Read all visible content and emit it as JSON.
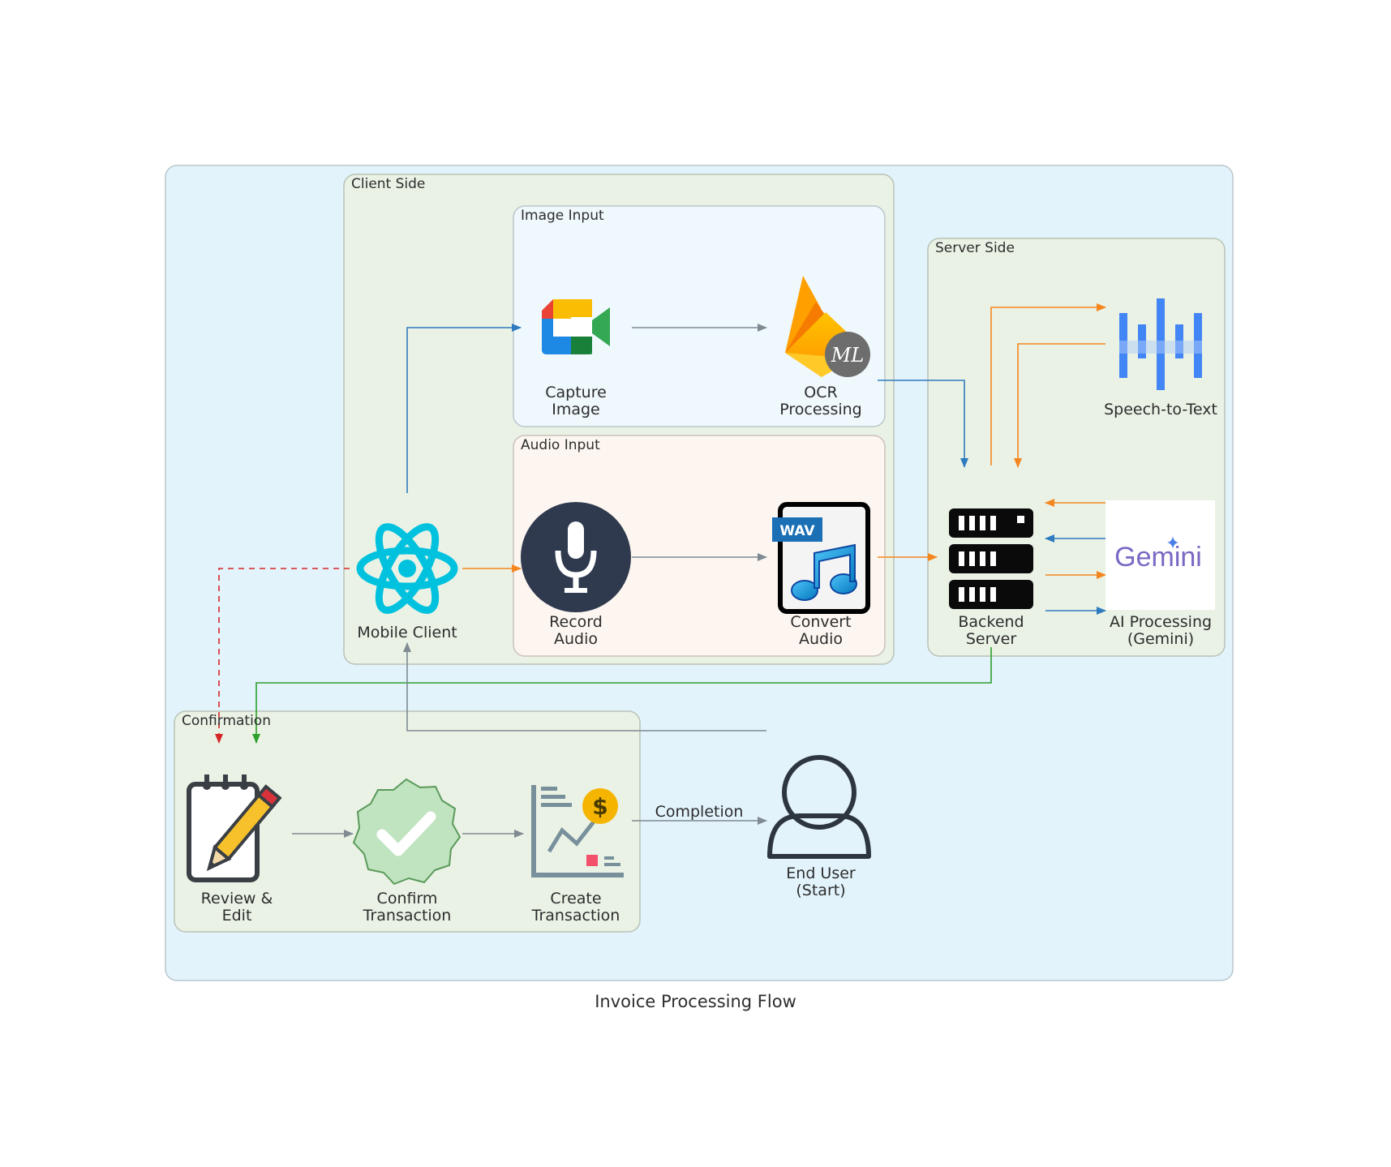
{
  "diagram": {
    "caption": "Invoice Processing Flow",
    "clusters": {
      "client_side": "Client Side",
      "image_input": "Image Input",
      "audio_input": "Audio Input",
      "server_side": "Server Side",
      "confirmation": "Confirmation"
    },
    "nodes": {
      "mobile_client": [
        "Mobile Client"
      ],
      "capture_image": [
        "Capture",
        "Image"
      ],
      "ocr_processing": [
        "OCR",
        "Processing"
      ],
      "record_audio": [
        "Record",
        "Audio"
      ],
      "convert_audio": [
        "Convert",
        "Audio"
      ],
      "backend_server": [
        "Backend",
        "Server"
      ],
      "speech_to_text": [
        "Speech-to-Text"
      ],
      "ai_processing": [
        "AI Processing",
        "(Gemini)"
      ],
      "review_edit": [
        "Review &",
        "Edit"
      ],
      "confirm_transaction": [
        "Confirm",
        "Transaction"
      ],
      "create_transaction": [
        "Create",
        "Transaction"
      ],
      "end_user": [
        "End User",
        "(Start)"
      ]
    },
    "icon_text": {
      "wav_badge": "WAV",
      "gemini_logo": "Gemini",
      "ml_badge": "ML"
    },
    "edge_labels": {
      "completion": "Completion"
    },
    "colors": {
      "outer_bg": "#e2f3fb",
      "cluster_green": "#eaf2e5",
      "image_input_bg": "#eff8fd",
      "audio_input_bg": "#fdf6f0",
      "blue": "#2e7bbf",
      "orange": "#f5861f",
      "green": "#2ca02c",
      "red": "#d62728",
      "gray": "#7f8a93",
      "react": "#00c2de"
    }
  }
}
